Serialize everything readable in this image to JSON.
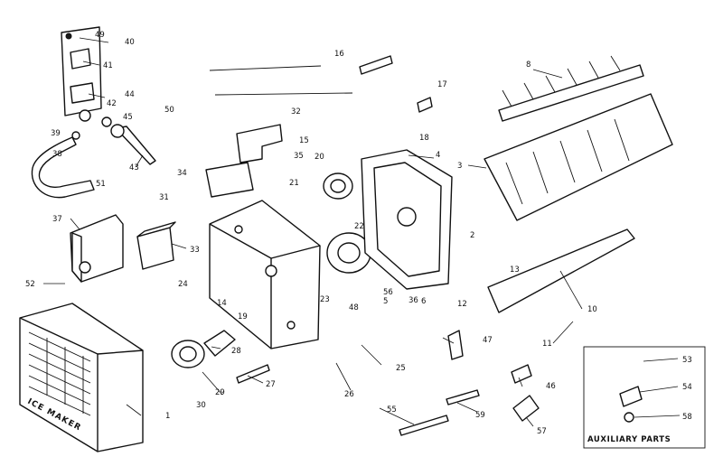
{
  "diagram": {
    "front_label": "ICE MAKER",
    "auxiliary_label": "AUXILIARY PARTS",
    "callouts": [
      "1",
      "2",
      "3",
      "4",
      "5",
      "6",
      "8",
      "10",
      "11",
      "12",
      "13",
      "14",
      "15",
      "16",
      "17",
      "18",
      "19",
      "20",
      "21",
      "22",
      "23",
      "24",
      "25",
      "26",
      "27",
      "28",
      "29",
      "30",
      "31",
      "32",
      "33",
      "34",
      "35",
      "36",
      "37",
      "38",
      "39",
      "40",
      "41",
      "42",
      "43",
      "44",
      "45",
      "46",
      "47",
      "48",
      "49",
      "50",
      "51",
      "52",
      "53",
      "54",
      "55",
      "56",
      "57",
      "58",
      "59"
    ]
  }
}
